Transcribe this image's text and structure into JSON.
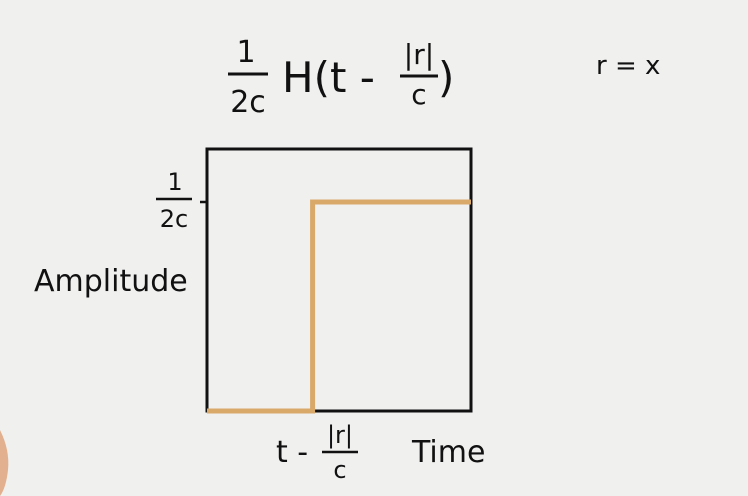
{
  "formula": {
    "frac_num": "1",
    "frac_den": "2c",
    "func": "H(t - ",
    "inner_num": "|r|",
    "inner_den": "c",
    "close": ")"
  },
  "note": "r = x",
  "y_tick": {
    "num": "1",
    "den": "2c"
  },
  "ylabel": "Amplitude",
  "xlabel": "Time",
  "x_tick": {
    "prefix": "t -",
    "num": "|r|",
    "den": "c"
  },
  "colors": {
    "line": "#d9a96a",
    "ink": "#111111",
    "background": "#f0f0ef"
  },
  "chart_data": {
    "type": "line",
    "series": [
      {
        "points": [
          [
            0,
            0
          ],
          [
            1,
            0
          ],
          [
            1,
            1
          ],
          [
            2.5,
            1
          ]
        ]
      }
    ],
    "step_at": "t - |r|/c",
    "step_height": "1/2c"
  }
}
